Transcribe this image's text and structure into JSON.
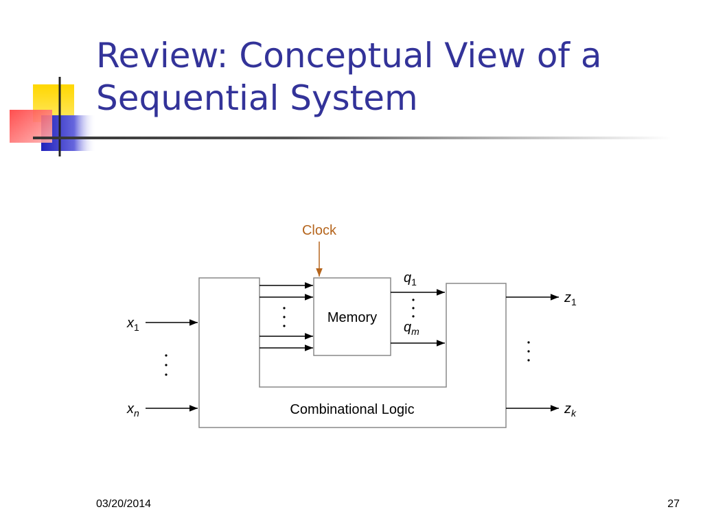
{
  "slide": {
    "title_line1": "Review: Conceptual View of a",
    "title_line2": "Sequential System",
    "footer_date": "03/20/2014",
    "page_number": "27"
  },
  "diagram": {
    "clock_label": "Clock",
    "memory_label": "Memory",
    "combinational_label": "Combinational Logic",
    "inputs": [
      {
        "var": "x",
        "sub": "1"
      },
      {
        "var": "x",
        "sub": "n"
      }
    ],
    "state_outputs": [
      {
        "var": "q",
        "sub": "1"
      },
      {
        "var": "q",
        "sub": "m"
      }
    ],
    "outputs": [
      {
        "var": "z",
        "sub": "1"
      },
      {
        "var": "z",
        "sub": "k"
      }
    ],
    "colors": {
      "title": "#333399",
      "clock": "#b5651d",
      "line": "#000000",
      "box_border": "#888888"
    }
  }
}
